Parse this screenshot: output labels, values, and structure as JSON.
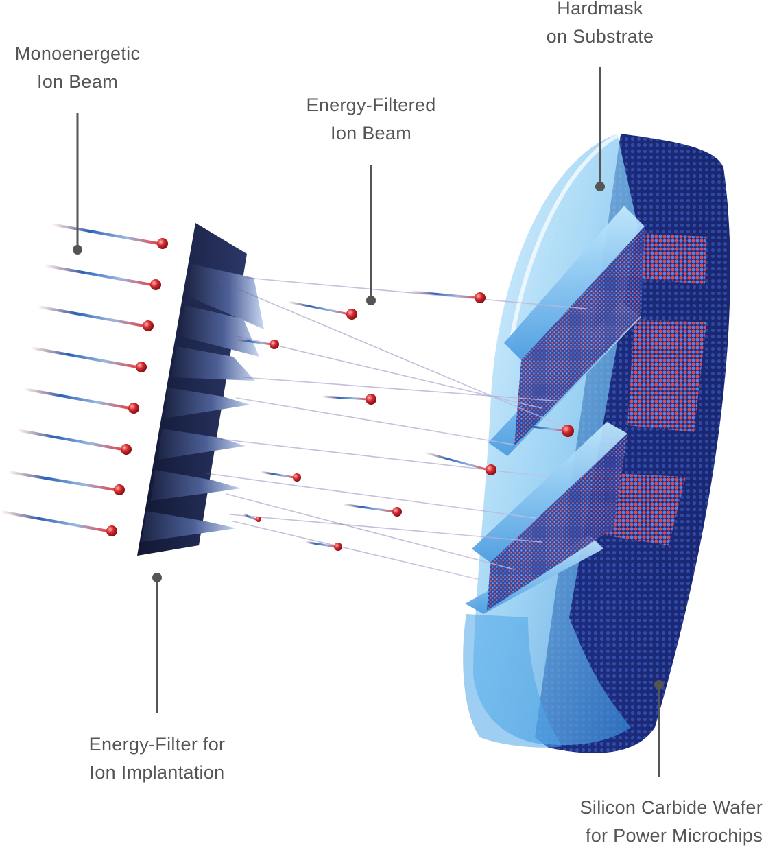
{
  "labels": {
    "monoenergetic_beam": {
      "line1": "Monoenergetic",
      "line2": "Ion Beam"
    },
    "energy_filtered_beam": {
      "line1": "Energy-Filtered",
      "line2": "Ion Beam"
    },
    "hardmask": {
      "line1": "Hardmask",
      "line2": "on Substrate"
    },
    "energy_filter": {
      "line1": "Energy-Filter for",
      "line2": "Ion Implantation"
    },
    "sic_wafer": {
      "line1": "Silicon Carbide Wafer",
      "line2": "for Power Microchips"
    }
  },
  "colors": {
    "label_text": "#555555",
    "leader_line": "#555555",
    "ion_red": "#d42a2e",
    "beam_blue": "#2a62b8",
    "filter_dark": "#1c2444",
    "wafer_dark": "#1e2f80",
    "hardmask_light": "#7fc6f0"
  }
}
